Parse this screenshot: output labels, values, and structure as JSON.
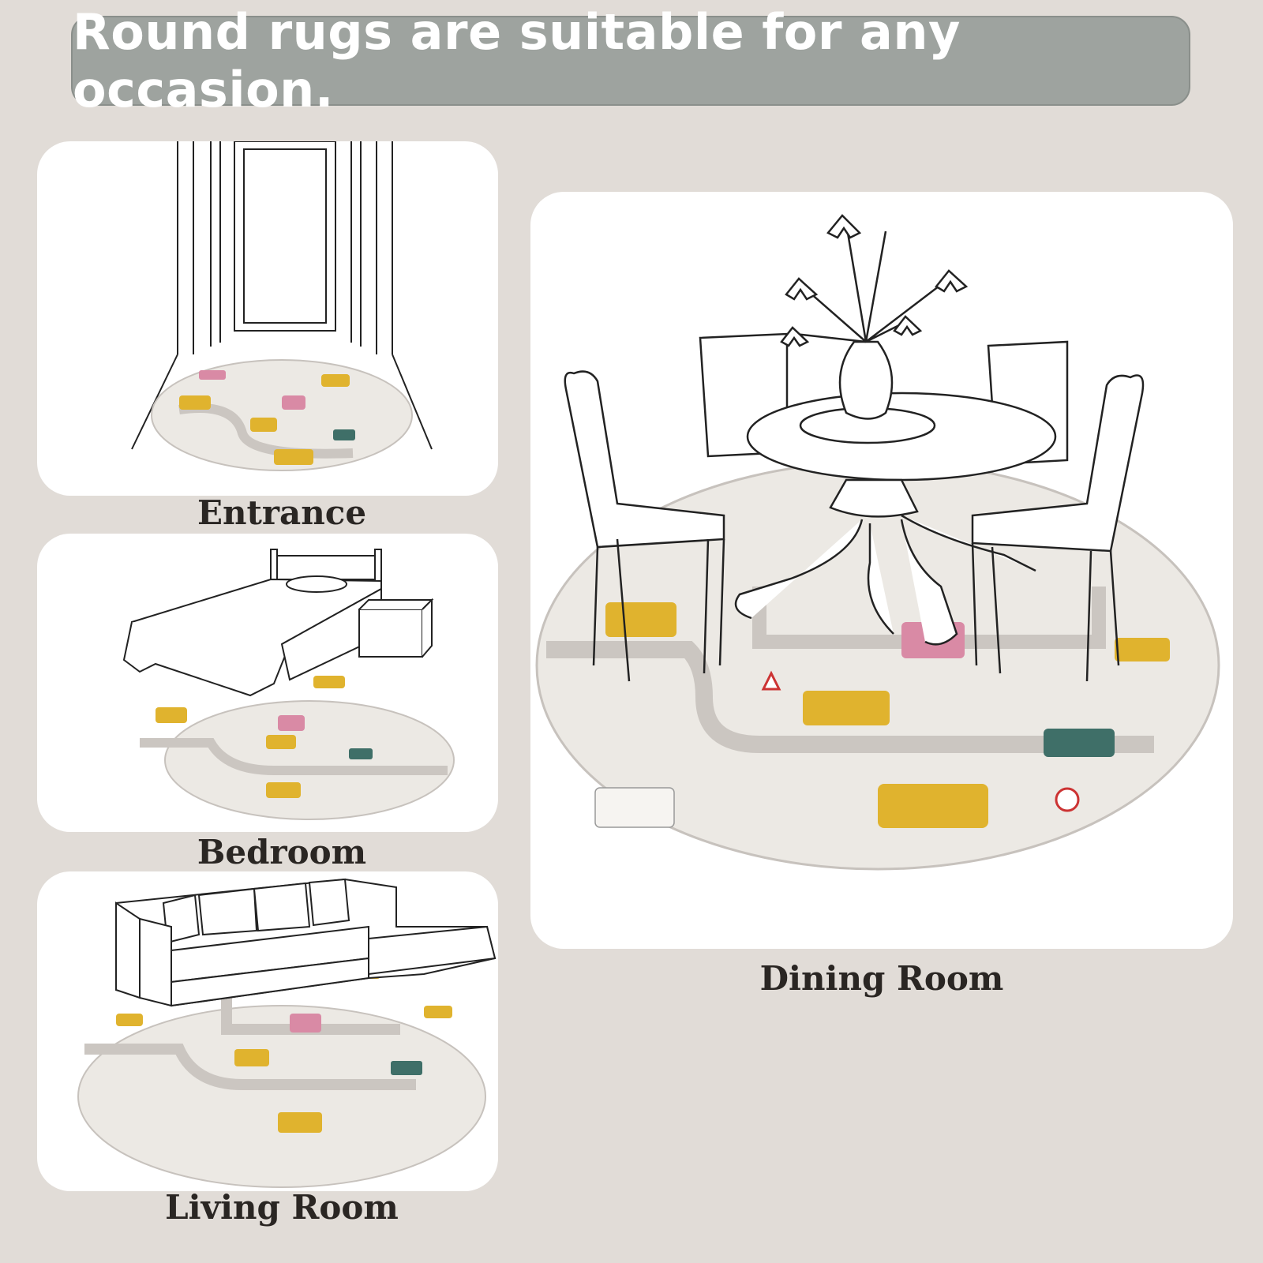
{
  "banner": {
    "text": "Round rugs are suitable for any occasion."
  },
  "scenes": [
    {
      "label": "Entrance",
      "icon": "entrance-doorway-illustration"
    },
    {
      "label": "Bedroom",
      "icon": "bed-illustration"
    },
    {
      "label": "Living Room",
      "icon": "sofa-illustration"
    },
    {
      "label": "Dining Room",
      "icon": "dining-table-illustration"
    }
  ],
  "rug": {
    "theme": "construction-vehicles-road-pattern",
    "colors": {
      "base": "#ece9e4",
      "road": "#c9c4c0",
      "yellow": "#e0b32e",
      "pink": "#d98aa5",
      "green": "#3f6f68"
    }
  }
}
